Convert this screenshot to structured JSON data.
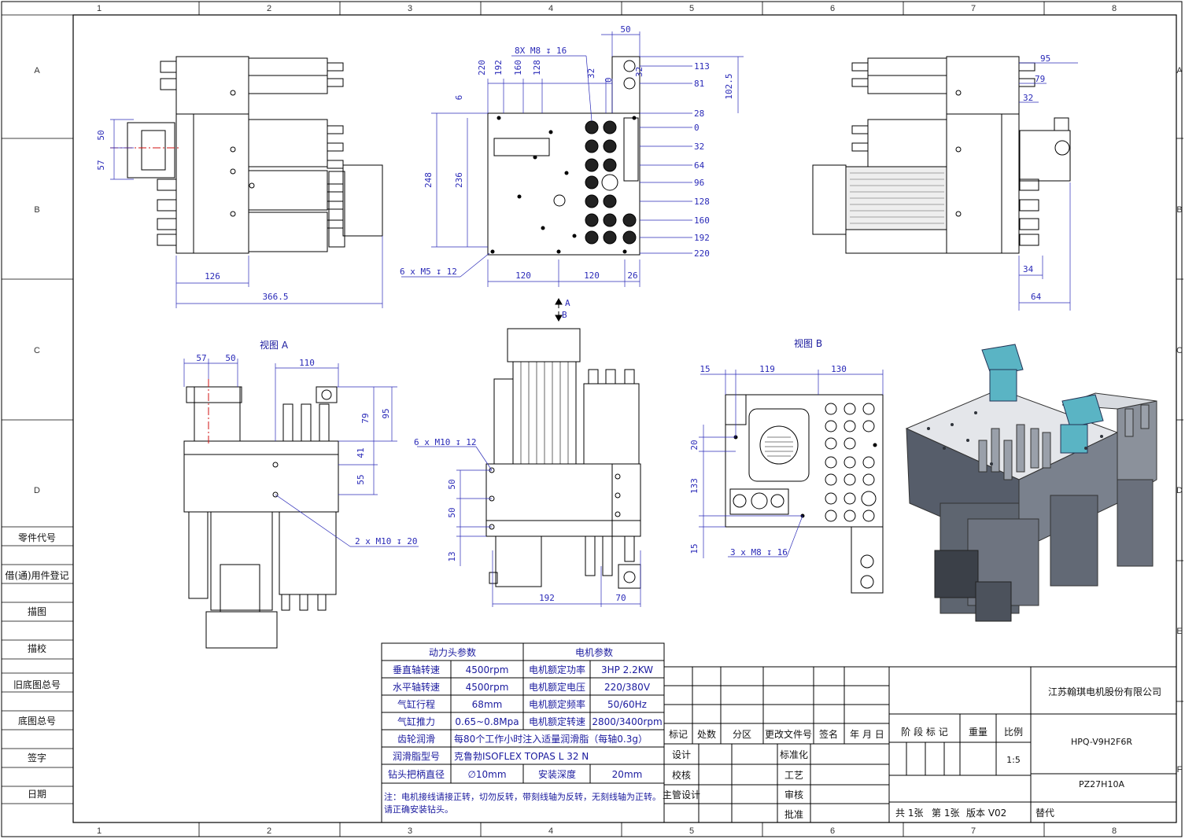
{
  "grid": {
    "cols": [
      "1",
      "2",
      "3",
      "4",
      "5",
      "6",
      "7",
      "8"
    ],
    "rows": [
      "A",
      "B",
      "C",
      "D",
      "E",
      "F"
    ]
  },
  "side_labels": [
    "零件代号",
    "借(通)用件登记",
    "描图",
    "描校",
    "旧底图总号",
    "底图总号",
    "签字",
    "日期"
  ],
  "view_labels": {
    "view_a": "视图 A",
    "view_b": "视图 B",
    "arrow_a": "A",
    "arrow_b": "B"
  },
  "dims_top_left": {
    "d50": "50",
    "d57": "57",
    "d126": "126",
    "d366": "366.5"
  },
  "dims_top_center": {
    "callout_m8": "8X M8 ↧ 16",
    "callout_m5": "6 x  M5 ↧ 12",
    "top": [
      "220",
      "192",
      "160",
      "128",
      "32",
      "0",
      "32",
      "50"
    ],
    "left": [
      "6",
      "248",
      "236"
    ],
    "right": [
      "113",
      "81",
      "28",
      "0",
      "32",
      "64",
      "96",
      "128",
      "160",
      "192",
      "220"
    ],
    "right_outer": "102.5",
    "bottom": [
      "120",
      "120",
      "26"
    ]
  },
  "dims_top_right": {
    "d95": "95",
    "d79": "79",
    "d32": "32",
    "d34": "34",
    "d64": "64"
  },
  "dims_view_a": {
    "d57": "57",
    "d50": "50",
    "d110": "110",
    "d79": "79",
    "d95": "95",
    "d41": "41",
    "d55": "55",
    "callout": "2 x  M10 ↧ 20"
  },
  "dims_front": {
    "callout": "6 x  M10 ↧ 12",
    "d50a": "50",
    "d50b": "50",
    "d13": "13",
    "d192": "192",
    "d70": "70"
  },
  "dims_view_b": {
    "d15a": "15",
    "d119": "119",
    "d130": "130",
    "d20": "20",
    "d133": "133",
    "d15b": "15",
    "callout": "3 x  M8 ↧ 16"
  },
  "params": {
    "head_title": "动力头参数",
    "motor_title": "电机参数",
    "rows": [
      {
        "k1": "垂直轴转速",
        "v1": "4500rpm",
        "k2": "电机额定功率",
        "v2": "3HP  2.2KW"
      },
      {
        "k1": "水平轴转速",
        "v1": "4500rpm",
        "k2": "电机额定电压",
        "v2": "220/380V"
      },
      {
        "k1": "气缸行程",
        "v1": "68mm",
        "k2": "电机额定频率",
        "v2": "50/60Hz"
      },
      {
        "k1": "气缸推力",
        "v1": "0.65~0.8Mpa",
        "k2": "电机额定转速",
        "v2": "2800/3400rpm"
      }
    ],
    "lub_k": "齿轮润滑",
    "lub_v": "每80个工作小时注入适量润滑脂（每轴0.3g）",
    "grease_k": "润滑脂型号",
    "grease_v": "克鲁勃ISOFLEX TOPAS L 32 N",
    "drill_k": "钻头把柄直径",
    "drill_v": "∅10mm",
    "depth_k": "安装深度",
    "depth_v": "20mm",
    "note": "注：电机接线请接正转，切勿反转，带刻线轴为反转，无刻线轴为正转。",
    "note2": "请正确安装钻头。"
  },
  "title_block": {
    "company": "江苏翰琪电机股份有限公司",
    "model": "HPQ-V9H2F6R",
    "drawing_no": "PZ27H10A",
    "headers": [
      "标记",
      "处数",
      "分区",
      "更改文件号",
      "签名",
      "年 月 日"
    ],
    "stage": "阶 段 标 记",
    "weight": "重量",
    "scale_label": "比例",
    "scale": "1:5",
    "roles_left": [
      "设计",
      "校核",
      "主管设计"
    ],
    "roles_right": [
      "标准化",
      "工艺",
      "审核",
      "批准"
    ],
    "sheets": "共 1张",
    "sheet": "第 1张",
    "version": "版本  V02",
    "replace": "替代"
  },
  "colors": {
    "line": "#000000",
    "dim": "#2a2ab8",
    "center": "#d01010",
    "metal": "#5b6370",
    "teal": "#5ab4c4"
  }
}
